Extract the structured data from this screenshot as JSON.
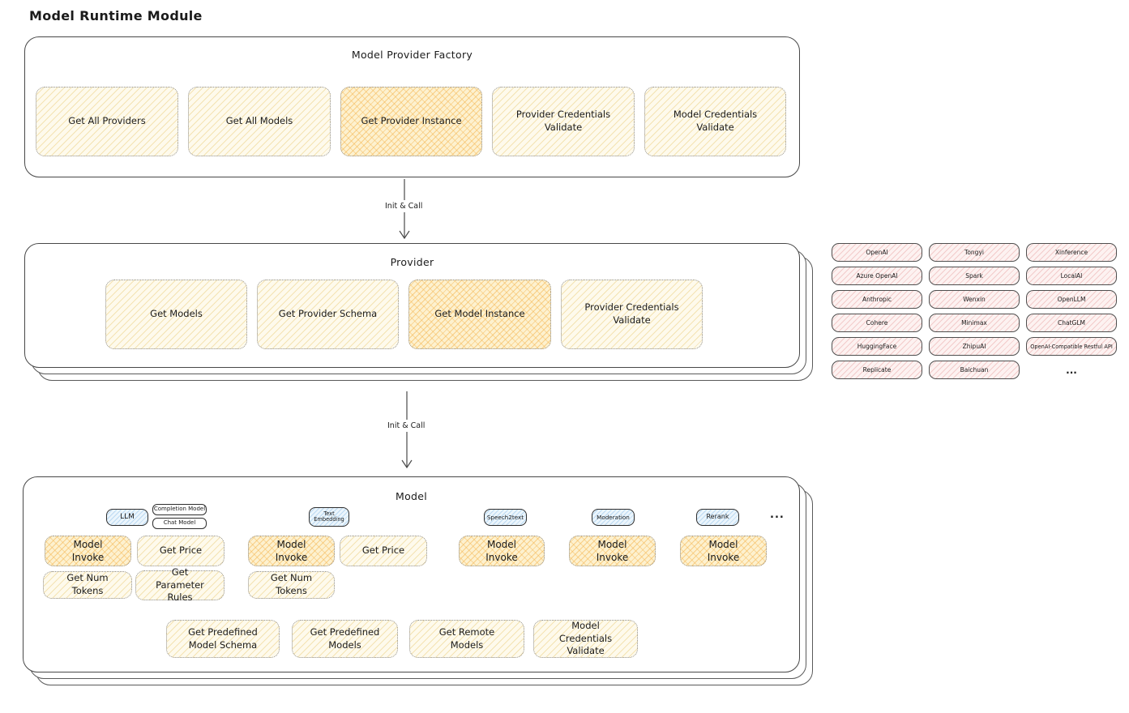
{
  "page_title": "Model Runtime Module",
  "factory": {
    "title": "Model Provider Factory",
    "buttons": [
      {
        "label": "Get All Providers"
      },
      {
        "label": "Get All Models"
      },
      {
        "label": "Get Provider Instance"
      },
      {
        "label": "Provider Credentials Validate"
      },
      {
        "label": "Model Credentials Validate"
      }
    ]
  },
  "arrows": [
    {
      "label": "Init & Call"
    },
    {
      "label": "Init & Call"
    }
  ],
  "provider": {
    "title": "Provider",
    "buttons": [
      {
        "label": "Get Models"
      },
      {
        "label": "Get Provider Schema"
      },
      {
        "label": "Get Model Instance"
      },
      {
        "label": "Provider Credentials Validate"
      }
    ]
  },
  "provider_list": {
    "items": [
      "OpenAI",
      "Tongyi",
      "Xinference",
      "Azure OpenAI",
      "Spark",
      "LocalAI",
      "Anthropic",
      "Wenxin",
      "OpenLLM",
      "Cohere",
      "Minimax",
      "ChatGLM",
      "HuggingFace",
      "ZhipuAI",
      "OpenAI-Compatible Restful API",
      "Replicate",
      "Baichuan"
    ],
    "more": "..."
  },
  "model": {
    "title": "Model",
    "type_tags": {
      "llm": "LLM",
      "completion": "Completion Model",
      "chat": "Chat Model",
      "text_embedding": "Text Embedding",
      "speech2text": "Speech2text",
      "moderation": "Moderation",
      "rerank": "Rerank",
      "more": "..."
    },
    "buttons": {
      "model_invoke": "Model Invoke",
      "get_price": "Get Price",
      "get_num_tokens": "Get Num Tokens",
      "get_parameter_rules": "Get Parameter Rules",
      "get_predefined_model_schema": "Get Predefined Model Schema",
      "get_predefined_models": "Get Predefined Models",
      "get_remote_models": "Get Remote Models",
      "model_credentials_validate": "Model Credentials Validate"
    }
  },
  "colors": {
    "button_yellow": "#fefaec",
    "button_highlight_orange": "#fdf1cf",
    "provider_chip_pink": "#fdf2f1",
    "type_chip_blue": "#ebf5fc",
    "stroke_dark": "#484848"
  }
}
